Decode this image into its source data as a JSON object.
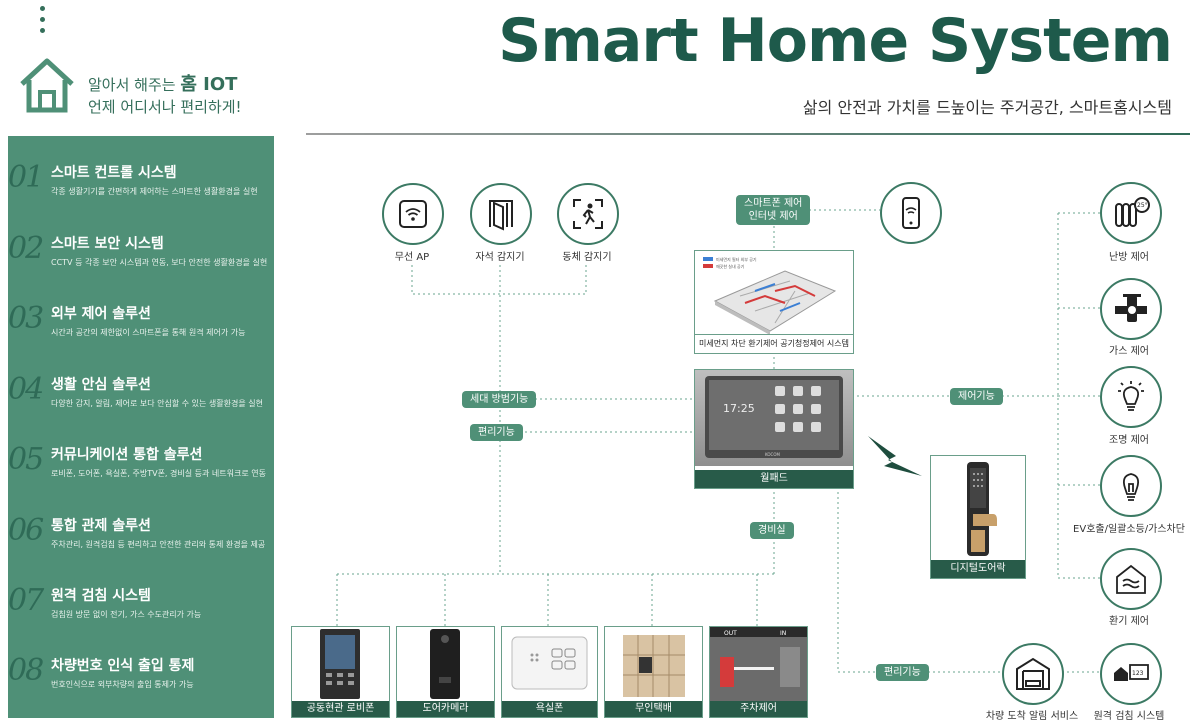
{
  "header": {
    "tagline1_prefix": "알아서 해주는 ",
    "tagline1_emph": "홈 IOT",
    "tagline2": "언제 어디서나 편리하게!",
    "title": "Smart Home System",
    "subtitle": "삶의 안전과 가치를 드높이는 주거공간, 스마트홈시스템"
  },
  "sidebar": {
    "items": [
      {
        "num": "01",
        "title": "스마트 컨트롤 시스템",
        "desc": "각종 생활기기를 간편하게 제어하는 스마트한 생활환경을 실현"
      },
      {
        "num": "02",
        "title": "스마트 보안 시스템",
        "desc": "CCTV 등 각종 보안 시스템과 연동, 보다 안전한 생활환경을 실현"
      },
      {
        "num": "03",
        "title": "외부 제어 솔루션",
        "desc": "시간과 공간의 제한없이 스마트폰을 통해 원격 제어가 가능"
      },
      {
        "num": "04",
        "title": "생활 안심 솔루션",
        "desc": "다양한 감지, 알림, 제어로 보다 안심할 수 있는 생활환경을 실현"
      },
      {
        "num": "05",
        "title": "커뮤니케이션 통합 솔루션",
        "desc": "로비폰, 도어폰, 욕실폰, 주방TV폰, 경비실 등과 네트워크로 연동"
      },
      {
        "num": "06",
        "title": "통합 관제 솔루션",
        "desc": "주차관리, 원격검침 등 편리하고 안전한 관리와 통제 환경을 제공"
      },
      {
        "num": "07",
        "title": "원격 검침 시스템",
        "desc": "검침원 방문 없이 전기, 가스 수도관리가 가능"
      },
      {
        "num": "08",
        "title": "차량번호 인식 출입 통제",
        "desc": "번호인식으로 외부차량의 출입 통제가 가능"
      }
    ]
  },
  "diagram": {
    "sensors": {
      "wifi": "무선 AP",
      "magnetic": "자석 감지기",
      "motion": "동체 감지기"
    },
    "smartphone_pill": [
      "스마트폰 제어",
      "인터넷 제어"
    ],
    "ventilation_caption": "미세먼지 차단 환기제어 공기청정제어 시스템",
    "floorplan_legend": [
      "미세먼지 필터 외부 공기",
      "깨끗한 실내 공기"
    ],
    "wallpad": {
      "caption": "월패드",
      "time": "17:25",
      "brand": "KOCOM"
    },
    "pills": {
      "security": "세대 방범기능",
      "convenience": "편리기능",
      "control": "제어기능",
      "guard": "경비실",
      "convenience2": "편리기능"
    },
    "doorlock": "디지털도어락",
    "controls": [
      {
        "label": "난방 제어",
        "icon": "radiator-icon",
        "badge": "25°"
      },
      {
        "label": "가스 제어",
        "icon": "gas-valve-icon"
      },
      {
        "label": "조명 제어",
        "icon": "light-bulb-icon"
      },
      {
        "label": "EV호출/일괄소등/가스차단",
        "icon": "bulb-icon"
      },
      {
        "label": "환기 제어",
        "icon": "ventilation-icon"
      }
    ],
    "devices": [
      "공동현관 로비폰",
      "도어카메라",
      "욕실폰",
      "무인택배",
      "주차제어"
    ],
    "parking_signs": {
      "out": "OUT",
      "in": "IN"
    },
    "services": [
      {
        "label": "차량 도착 알림 서비스",
        "icon": "garage-icon"
      },
      {
        "label": "원격 검침 시스템",
        "icon": "meter-icon",
        "badge": "123"
      }
    ]
  },
  "colors": {
    "accent": "#4f9077",
    "dark": "#285b49",
    "title": "#1e5a4b"
  }
}
